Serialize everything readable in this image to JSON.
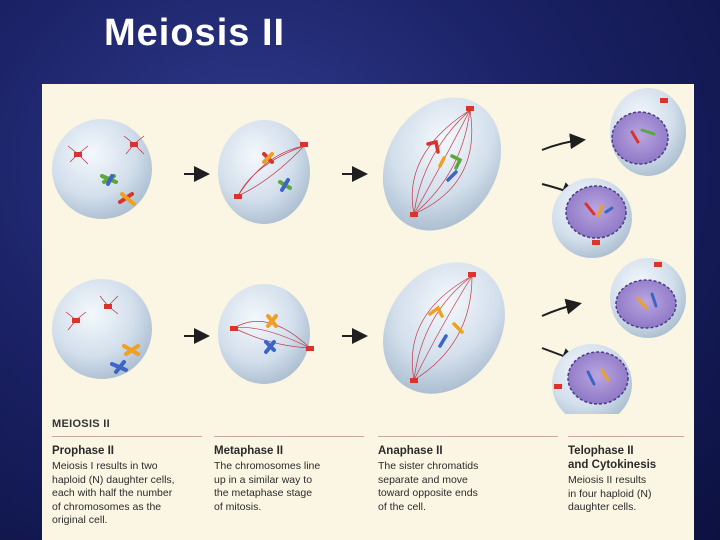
{
  "slide": {
    "title": "Meiosis II"
  },
  "diagram": {
    "section_label": "MEIOSIS II",
    "stages": [
      {
        "name": "Prophase II",
        "description": "Meiosis I results in two\nhaploid (N) daughter cells,\neach with half the number\nof chromosomes as the\noriginal cell."
      },
      {
        "name": "Metaphase II",
        "description": "The chromosomes line\nup in a similar way to\nthe metaphase stage\nof mitosis."
      },
      {
        "name": "Anaphase II",
        "description": "The sister chromatids\nseparate and move\ntoward opposite ends\nof the cell."
      },
      {
        "name": "Telophase II\nand Cytokinesis",
        "description": "Meiosis II results\nin four haploid (N)\ndaughter cells."
      }
    ],
    "colors": {
      "panel": "#fbf6e3",
      "cell": "#cdd9e6",
      "nucleus": "#9f8ccf",
      "spindle": "#c23a46",
      "chromosome_red": "#d9342b",
      "chromosome_orange": "#f0a020",
      "chromosome_green": "#5aa83a",
      "chromosome_blue": "#3e64c8"
    }
  }
}
